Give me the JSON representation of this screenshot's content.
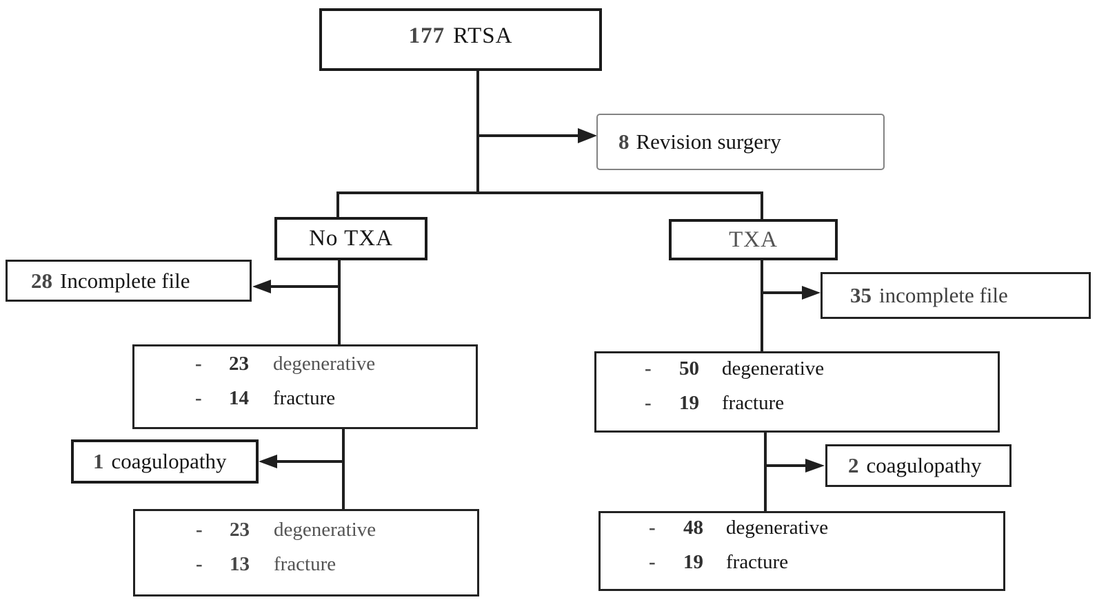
{
  "figure": {
    "background_color": "#ffffff",
    "line_color": "#1f1f1f",
    "heavy_border_color": "#1b1b1b",
    "light_border_color": "#838383"
  },
  "boxes": {
    "rtsa": {
      "count": "177",
      "label": "RTSA"
    },
    "revision": {
      "count": "8",
      "label": "Revision surgery"
    },
    "no_txa": {
      "label": "No TXA"
    },
    "txa": {
      "label": "TXA"
    },
    "incomplete_no_txa": {
      "count": "28",
      "label": "Incomplete file"
    },
    "incomplete_txa": {
      "count": "35",
      "label": "incomplete file"
    },
    "no_txa_cohort": {
      "items": [
        {
          "bullet": "-",
          "count": "23",
          "label": "degenerative"
        },
        {
          "bullet": "-",
          "count": "14",
          "label": "fracture"
        }
      ]
    },
    "txa_cohort": {
      "items": [
        {
          "bullet": "-",
          "count": "50",
          "label": "degenerative"
        },
        {
          "bullet": "-",
          "count": "19",
          "label": "fracture"
        }
      ]
    },
    "coagulopathy_no_txa": {
      "count": "1",
      "label": "coagulopathy"
    },
    "coagulopathy_txa": {
      "count": "2",
      "label": "coagulopathy"
    },
    "no_txa_final": {
      "items": [
        {
          "bullet": "-",
          "count": "23",
          "label": "degenerative"
        },
        {
          "bullet": "-",
          "count": "13",
          "label": "fracture"
        }
      ]
    },
    "txa_final": {
      "items": [
        {
          "bullet": "-",
          "count": "48",
          "label": "degenerative"
        },
        {
          "bullet": "-",
          "count": "19",
          "label": "fracture"
        }
      ]
    }
  }
}
